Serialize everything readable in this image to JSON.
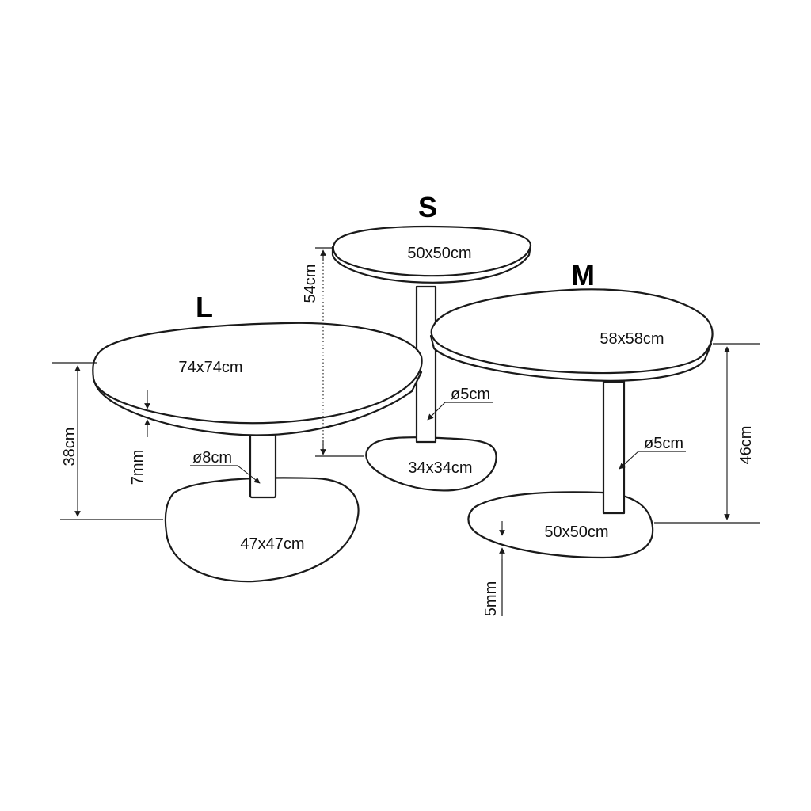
{
  "tables": {
    "large": {
      "size_label": "L",
      "top": "74x74cm",
      "height": "38cm",
      "top_thickness": "7mm",
      "pole": "ø8cm",
      "base": "47x47cm"
    },
    "small": {
      "size_label": "S",
      "top": "50x50cm",
      "height": "54cm",
      "pole": "ø5cm",
      "base": "34x34cm"
    },
    "medium": {
      "size_label": "M",
      "top": "58x58cm",
      "height": "46cm",
      "pole": "ø5cm",
      "base": "50x50cm",
      "base_thickness": "5mm"
    }
  },
  "colors": {
    "line": "#1a1a1a",
    "background": "#ffffff"
  }
}
